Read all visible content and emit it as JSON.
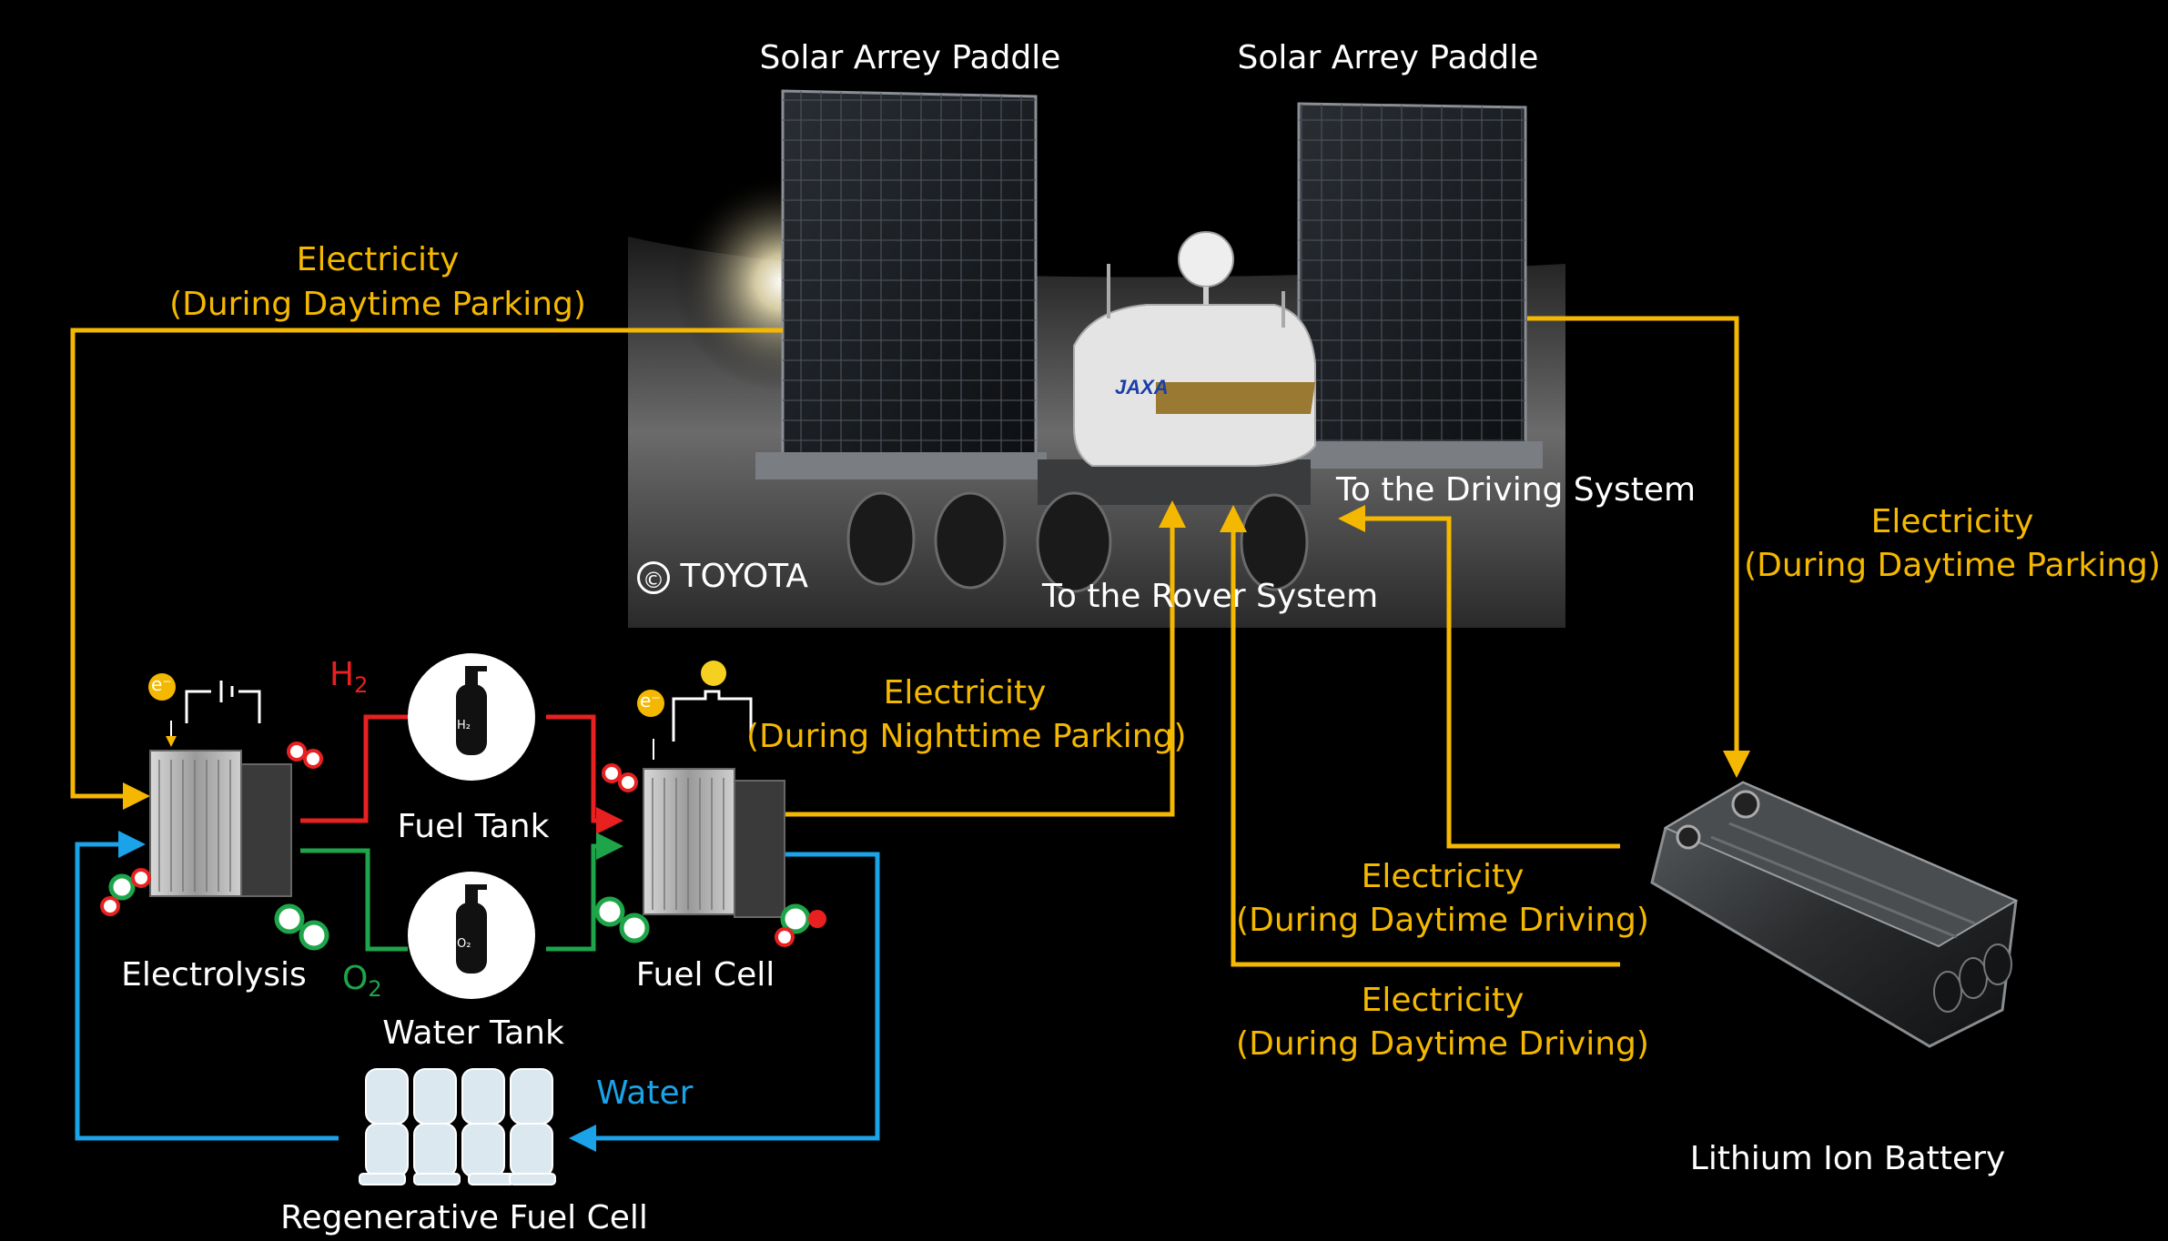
{
  "colors": {
    "electricity": "#f5b800",
    "water": "#1aa3e8",
    "hydrogen": "#e82020",
    "oxygen": "#1ea54a",
    "background": "#000000"
  },
  "rover": {
    "solar_left": "Solar Arrey Paddle",
    "solar_right": "Solar Arrey Paddle",
    "copyright": "TOYOTA",
    "copyright_symbol": "©",
    "to_driving": "To the Driving System",
    "to_rover": "To the Rover System"
  },
  "flows": {
    "elec_day_parking_left": {
      "line1": "Electricity",
      "line2": "(During Daytime Parking)"
    },
    "elec_day_parking_right": {
      "line1": "Electricity",
      "line2": "(During Daytime Parking)"
    },
    "elec_night_parking": {
      "line1": "Electricity",
      "line2": "(During Nighttime Parking)"
    },
    "elec_day_driving_1": {
      "line1": "Electricity",
      "line2": "(During Daytime Driving)"
    },
    "elec_day_driving_2": {
      "line1": "Electricity",
      "line2": "(During Daytime Driving)"
    },
    "water": "Water",
    "h2": "H",
    "h2_sub": "2",
    "o2": "O",
    "o2_sub": "2"
  },
  "components": {
    "electrolysis": "Electrolysis",
    "fuel_tank": "Fuel Tank",
    "water_tank": "Water Tank",
    "fuel_cell": "Fuel Cell",
    "regenerative": "Regenerative Fuel Cell",
    "battery": "Lithium Ion Battery",
    "fuel_tank_symbol": "H₂",
    "water_tank_symbol": "O₂",
    "electron": "e⁻",
    "jaxa": "JAXA"
  }
}
